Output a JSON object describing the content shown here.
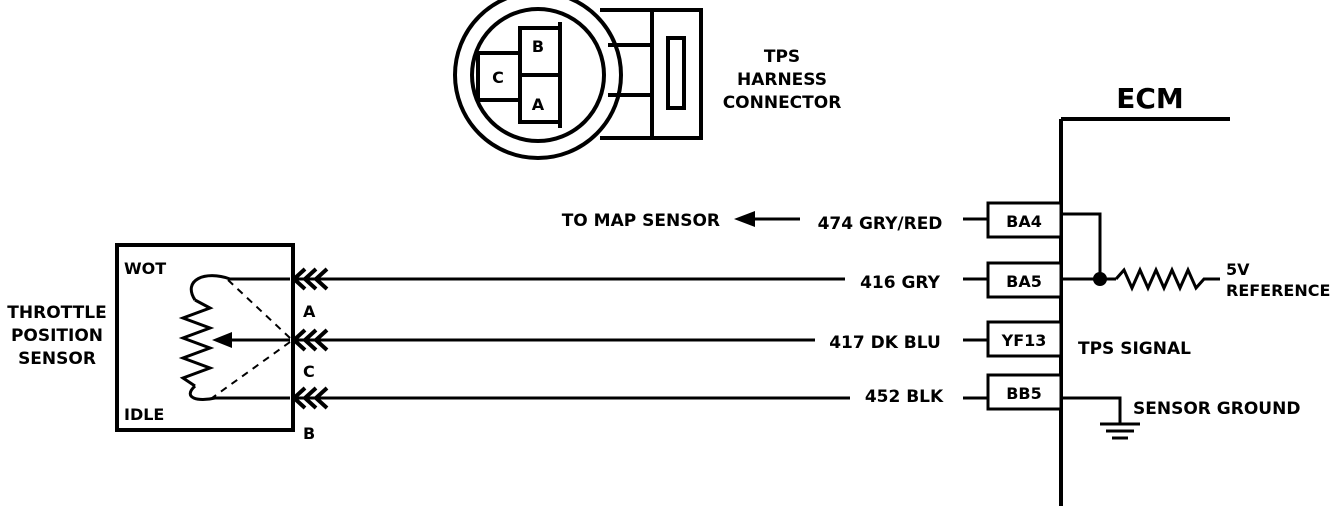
{
  "connector": {
    "label_lines": [
      "TPS",
      "HARNESS",
      "CONNECTOR"
    ],
    "cavities": [
      "B",
      "C",
      "A"
    ]
  },
  "sensor": {
    "name_lines": [
      "THROTTLE",
      "POSITION",
      "SENSOR"
    ],
    "wot_label": "WOT",
    "idle_label": "IDLE",
    "terminals": [
      "A",
      "C",
      "B"
    ]
  },
  "ecm": {
    "title": "ECM",
    "pins": [
      "BA4",
      "BA5",
      "YF13",
      "BB5"
    ],
    "tps_signal_label": "TPS SIGNAL",
    "reference_lines": [
      "5V",
      "REFERENCE"
    ],
    "sensor_ground_label": "SENSOR GROUND"
  },
  "wires": {
    "map_sensor_label": "TO MAP SENSOR",
    "circuits": [
      "474 GRY/RED",
      "416 GRY",
      "417 DK BLU",
      "452 BLK"
    ]
  }
}
